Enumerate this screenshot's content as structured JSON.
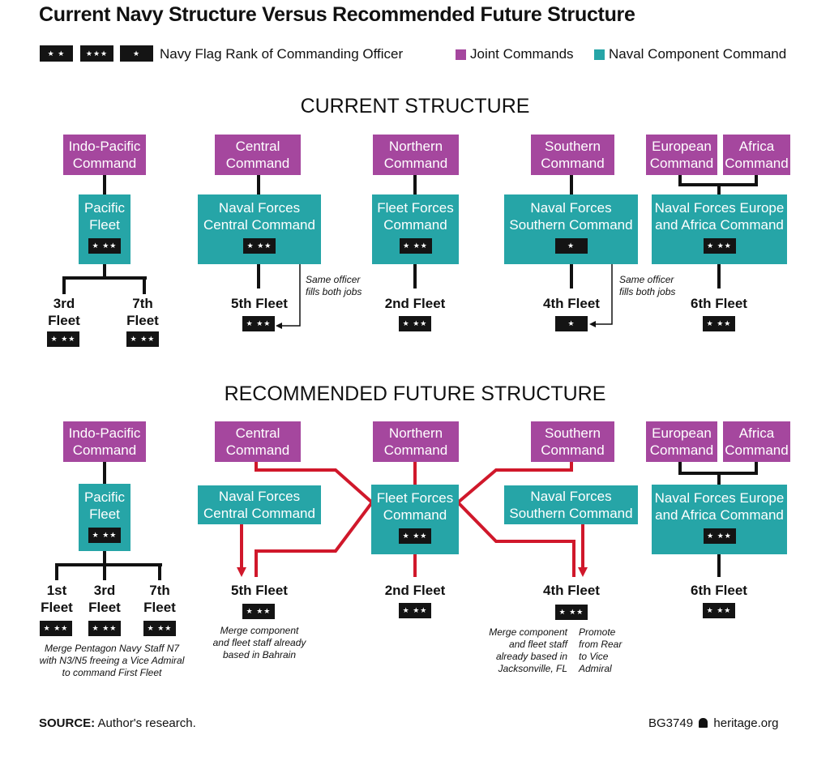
{
  "title": "Current Navy Structure Versus Recommended Future Structure",
  "legend": {
    "flag_rank_label": "Navy Flag Rank of Commanding Officer",
    "joint_label": "Joint Commands",
    "naval_label": "Naval Component Command",
    "joint_color": "#a5479e",
    "naval_color": "#26a5a7",
    "connector_color": "#111111",
    "change_color": "#d0182b"
  },
  "current": {
    "heading": "CURRENT STRUCTURE",
    "joint": {
      "indopac": "Indo-Pacific Command",
      "central": "Central Command",
      "northern": "Northern Command",
      "southern": "Southern Command",
      "european": "European Command",
      "africa": "Africa Command"
    },
    "naval": {
      "pacific": "Pacific Fleet",
      "navcent": "Naval Forces Central Command",
      "fleet_forces": "Fleet Forces Command",
      "navsouth": "Naval Forces Southern Command",
      "naveur": "Naval Forces Europe and Africa Command"
    },
    "fleets": {
      "third": "3rd Fleet",
      "seventh": "7th Fleet",
      "fifth": "5th Fleet",
      "second": "2nd Fleet",
      "fourth": "4th Fleet",
      "sixth": "6th Fleet"
    },
    "notes": {
      "same_officer_central": "Same officer fills both jobs",
      "same_officer_southern": "Same officer fills both jobs"
    }
  },
  "future": {
    "heading": "RECOMMENDED FUTURE STRUCTURE",
    "joint": {
      "indopac": "Indo-Pacific Command",
      "central": "Central Command",
      "northern": "Northern Command",
      "southern": "Southern Command",
      "european": "European Command",
      "africa": "Africa Command"
    },
    "naval": {
      "pacific": "Pacific Fleet",
      "navcent": "Naval Forces Central Command",
      "fleet_forces": "Fleet Forces Command",
      "navsouth": "Naval Forces Southern Command",
      "naveur": "Naval Forces Europe and Africa Command"
    },
    "fleets": {
      "first": "1st Fleet",
      "third": "3rd Fleet",
      "seventh": "7th Fleet",
      "fifth": "5th Fleet",
      "second": "2nd Fleet",
      "fourth": "4th Fleet",
      "sixth": "6th Fleet"
    },
    "notes": {
      "first_fleet": "Merge Pentagon Navy Staff N7 with N3/N5 freeing a Vice Admiral to command First Fleet",
      "fifth_fleet": "Merge component and fleet staff already based in Bahrain",
      "fourth_merge": "Merge component and fleet staff already based in Jacksonville, FL",
      "fourth_promote": "Promote from Rear to Vice Admiral"
    }
  },
  "footer": {
    "source_label": "SOURCE:",
    "source_text": "Author's research.",
    "code": "BG3749",
    "site": "heritage.org"
  }
}
